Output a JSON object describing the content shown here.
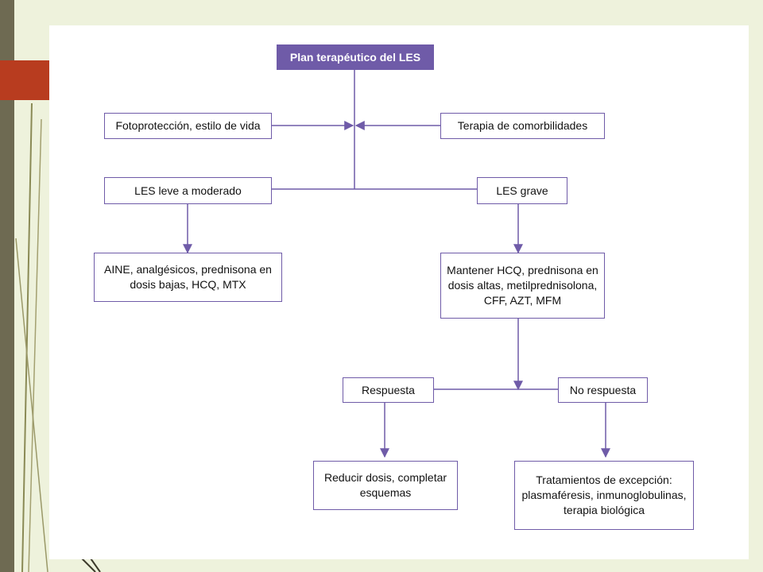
{
  "colors": {
    "accent": "#6f5ba8",
    "slide_accent_red": "#b83c1f",
    "background": "#eef2dc",
    "left_band": "#6e6a52"
  },
  "diagram": {
    "title": "Plan terapéutico del LES",
    "general": {
      "left": "Fotoprotección, estilo de vida",
      "right": "Terapia de comorbilidades"
    },
    "branches": {
      "mild": "LES leve a moderado",
      "severe": "LES grave"
    },
    "treatments": {
      "mild": [
        "AINE, analgésicos, prednisona en",
        "dosis bajas, HCQ, MTX"
      ],
      "severe": [
        "Mantener HCQ, prednisona en",
        "dosis altas, metilprednisolona,",
        "CFF, AZT, MFM"
      ]
    },
    "outcomes": {
      "response": "Respuesta",
      "no_response": "No respuesta"
    },
    "final": {
      "response": [
        "Reducir dosis, completar",
        "esquemas"
      ],
      "no_response": [
        "Tratamientos de excepción:",
        "plasmaféresis, inmunoglobulinas,",
        "terapia biológica"
      ]
    }
  }
}
